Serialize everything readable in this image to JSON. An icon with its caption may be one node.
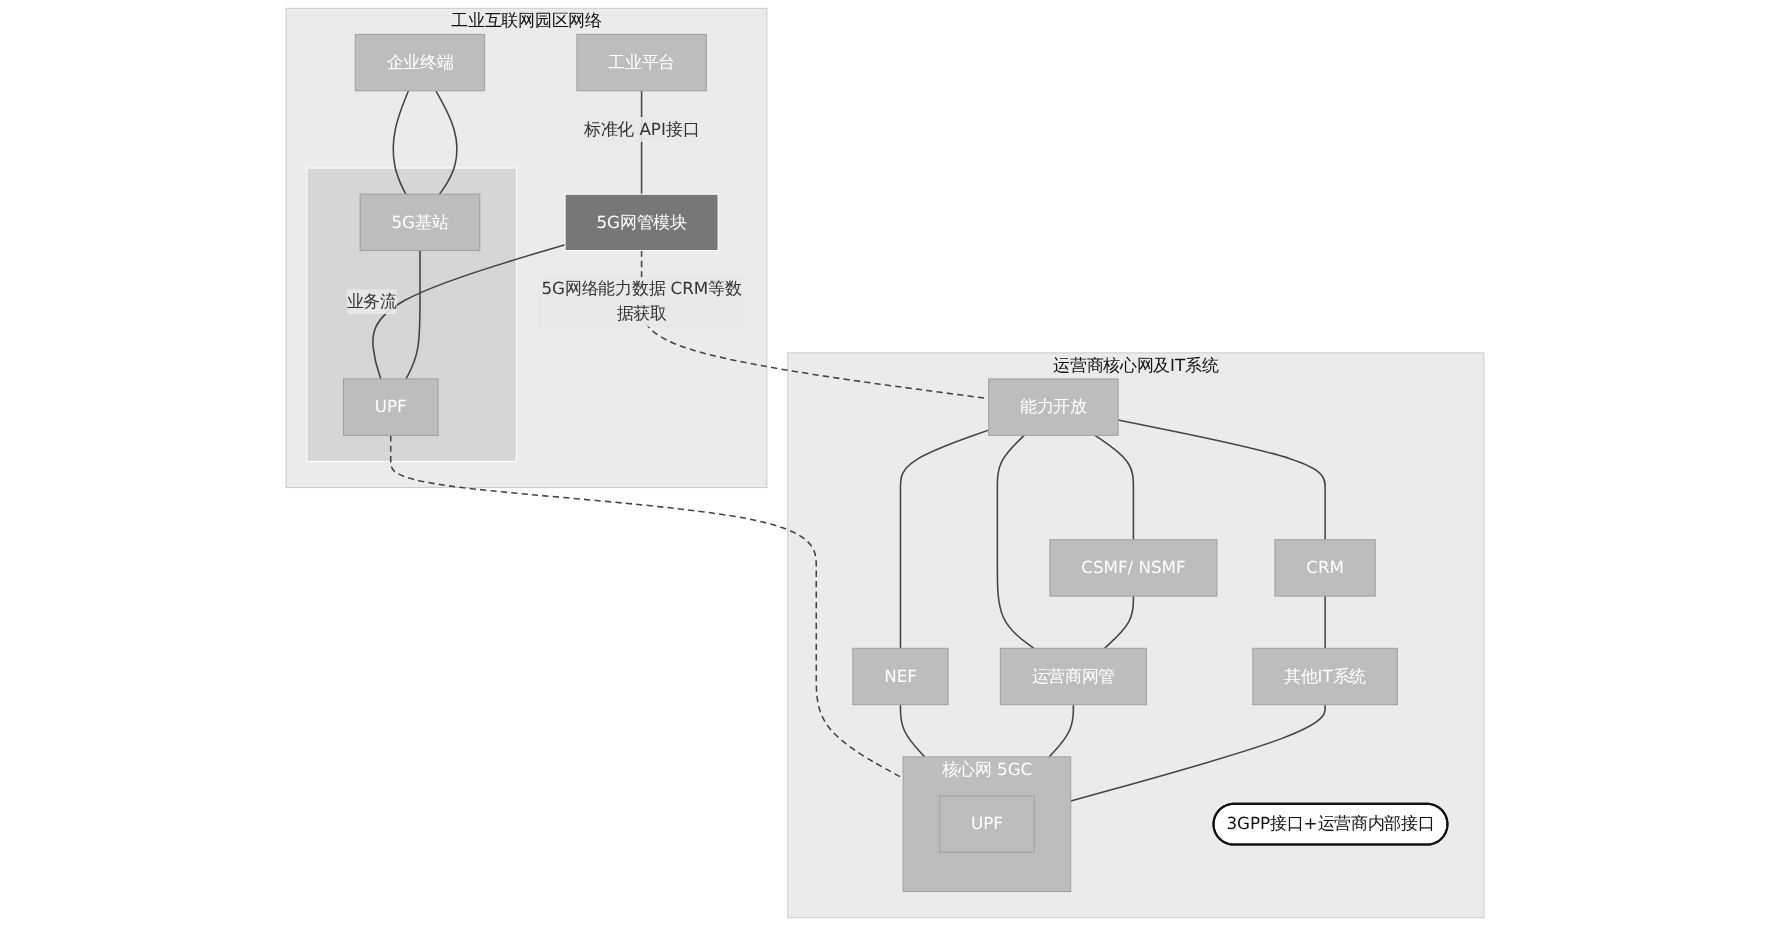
{
  "diagram": {
    "nodes": [
      {
        "text": [
          "工业互联网园区网络"
        ]
      },
      {
        "text": [
          "工业平台"
        ],
        "in": 0
      },
      {
        "text": [
          "5G网管模块"
        ],
        "in": 0
      },
      {
        "text": [
          "企业终端"
        ],
        "in": 0
      },
      {
        "text": [],
        "shape": "box",
        "in": 0
      },
      {
        "text": [
          "5G基站"
        ],
        "in": 4
      },
      {
        "text": [
          "UPF"
        ],
        "in": 4
      },
      {
        "text": [
          "运营商核心网及IT系统"
        ]
      },
      {
        "text": [
          "能力开放"
        ],
        "in": 7
      },
      {
        "text": [
          "3GPP接口+运营商内部接口"
        ],
        "in": 7
      },
      {
        "text": [
          "NEF"
        ],
        "in": 7
      },
      {
        "text": [
          "CSMF/ NSMF"
        ],
        "in": 7
      },
      {
        "text": [
          "CRM"
        ],
        "in": 7
      },
      {
        "text": [
          "运营商网管"
        ],
        "in": 7
      },
      {
        "text": [
          "其他IT系统"
        ],
        "in": 7
      },
      {
        "text": [
          "核心网 5GC"
        ],
        "in": 7
      },
      {
        "text": [
          "UPF"
        ],
        "in": 15
      }
    ],
    "edges": [
      {
        "from": 1,
        "to": 2,
        "arrow": "none",
        "label": "标准化 API接口"
      },
      {
        "from": 2,
        "to": 8,
        "arrow": "none",
        "style": "dashed",
        "label": "5G网络能力数据 CRM等数据获取"
      },
      {
        "from": 2,
        "to": 6,
        "arrow": "none",
        "label": "业务流"
      },
      {
        "from": 3,
        "to": 5,
        "arrow": "none"
      },
      {
        "from": 3,
        "to": 5,
        "arrow": "none"
      },
      {
        "from": 5,
        "to": 6,
        "arrow": "none"
      },
      {
        "from": 6,
        "to": 15,
        "arrow": "none",
        "style": "dashed"
      },
      {
        "from": 8,
        "to": 10,
        "arrow": "none"
      },
      {
        "from": 8,
        "to": 11,
        "arrow": "none"
      },
      {
        "from": 8,
        "to": 12,
        "arrow": "none"
      },
      {
        "from": 8,
        "to": 13,
        "arrow": "none"
      },
      {
        "from": 10,
        "to": 15,
        "arrow": "none"
      },
      {
        "from": 11,
        "to": 13,
        "arrow": "none"
      },
      {
        "from": 13,
        "to": 15,
        "arrow": "none"
      },
      {
        "from": 12,
        "to": 14,
        "arrow": "none"
      },
      {
        "from": 14,
        "to": 15,
        "arrow": "none"
      }
    ]
  }
}
